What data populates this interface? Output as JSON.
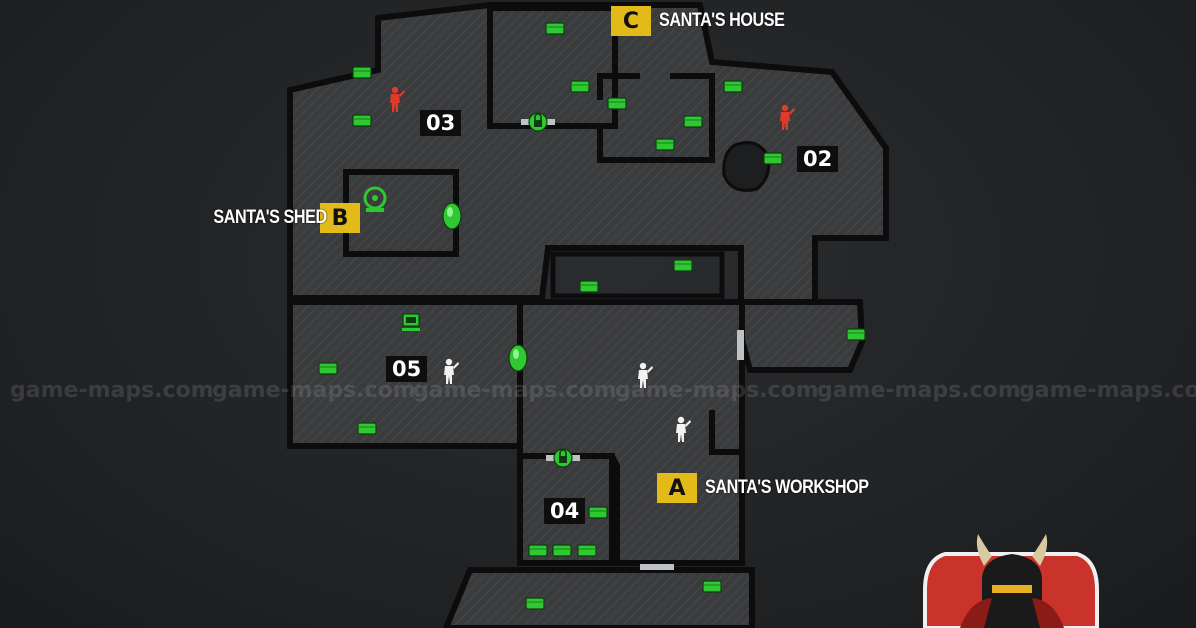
{
  "sectors": [
    {
      "id": "c",
      "letter": "C",
      "name": "SANTA'S HOUSE"
    },
    {
      "id": "b",
      "letter": "B",
      "name": "SANTA'S SHED"
    },
    {
      "id": "a",
      "letter": "A",
      "name": "SANTA'S WORKSHOP"
    }
  ],
  "rooms": [
    "03",
    "02",
    "05",
    "04"
  ],
  "watermark": "game-maps.com",
  "colors": {
    "background": "#222426",
    "floor": "#3d3e40",
    "wall": "#0c0c0c",
    "sector_badge": "#e3bb18",
    "loot": "#2fc832",
    "enemy_red": "#e03a2a",
    "player_white": "#f2f2f2"
  },
  "icons": [
    "loot-crate-icon",
    "lock-icon",
    "gem-icon",
    "computer-icon",
    "enemy-icon",
    "player-icon",
    "clan-logo-icon"
  ]
}
